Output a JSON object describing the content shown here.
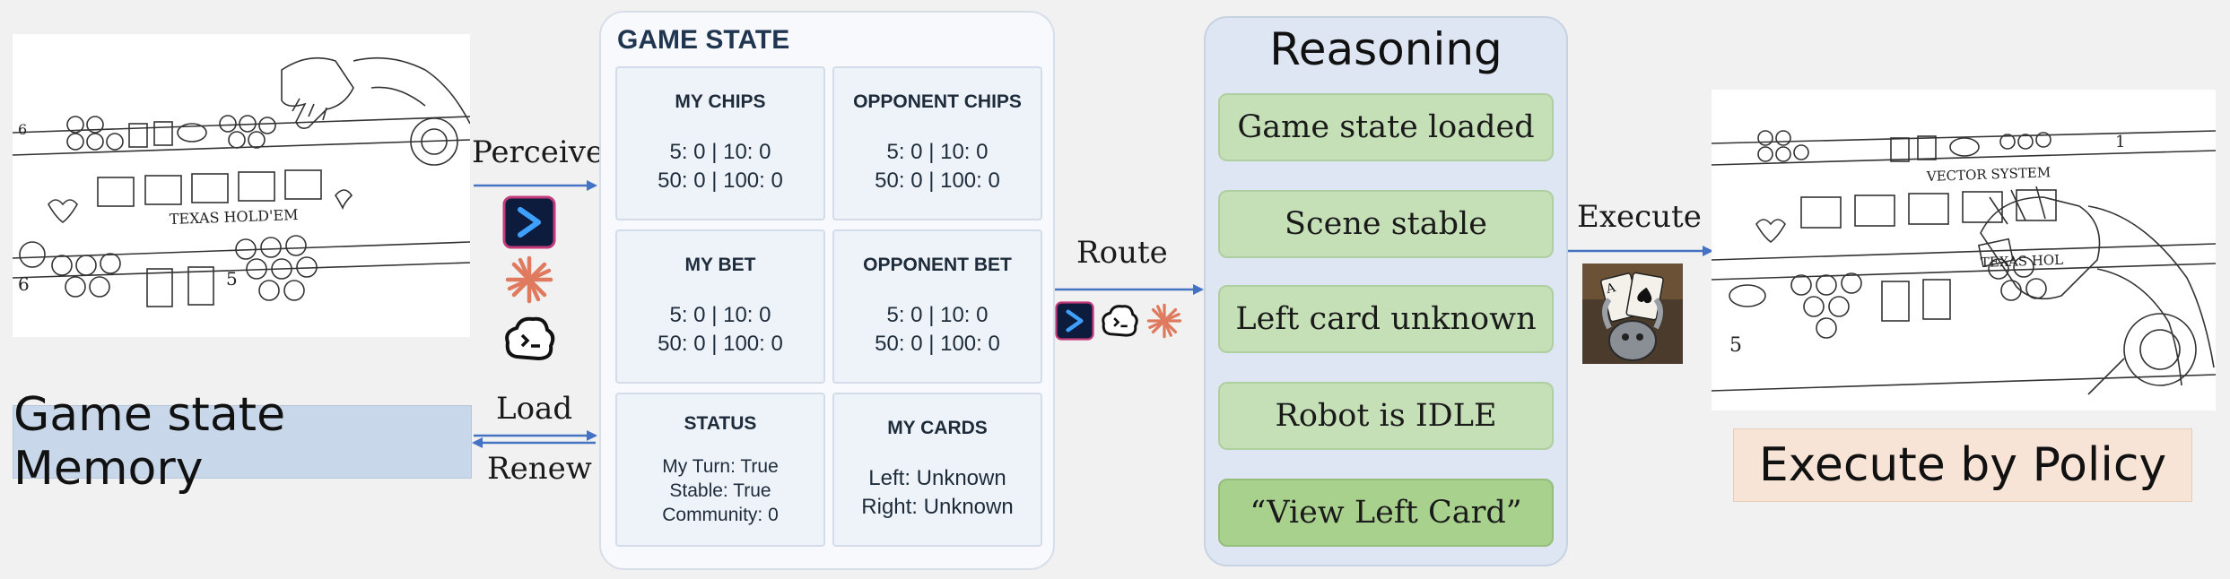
{
  "flow": {
    "perceive": "Perceive",
    "load": "Load",
    "renew": "Renew",
    "route": "Route",
    "execute": "Execute"
  },
  "memory": {
    "label": "Game state Memory"
  },
  "policy": {
    "label": "Execute by Policy"
  },
  "game_state": {
    "title": "GAME STATE",
    "cells": [
      {
        "head": "MY CHIPS",
        "lines": [
          "5: 0 | 10: 0",
          "50: 0 | 100: 0"
        ]
      },
      {
        "head": "OPPONENT CHIPS",
        "lines": [
          "5: 0 | 10: 0",
          "50: 0 | 100: 0"
        ]
      },
      {
        "head": "MY BET",
        "lines": [
          "5: 0 | 10: 0",
          "50: 0 | 100: 0"
        ]
      },
      {
        "head": "OPPONENT BET",
        "lines": [
          "5: 0 | 10: 0",
          "50: 0 | 100: 0"
        ]
      },
      {
        "head": "STATUS",
        "lines": [
          "My Turn: True",
          "Stable: True",
          "Community: 0"
        ]
      },
      {
        "head": "MY CARDS",
        "lines": [
          "Left: Unknown",
          "Right: Unknown"
        ]
      }
    ]
  },
  "reasoning": {
    "title": "Reasoning",
    "steps": [
      "Game state loaded",
      "Scene stable",
      "Left card unknown",
      "Robot is IDLE",
      "“View Left Card”"
    ]
  },
  "sketch_text": {
    "left_table": "TEXAS HOLD'EM",
    "right_table": "TEXAS HOL",
    "right_brand": "VECTOR SYSTEM",
    "num_6a": "6",
    "num_6b": "6",
    "num_5a": "5",
    "num_5b": "5",
    "num_1": "1"
  },
  "colors": {
    "arrow": "#4472c4",
    "memory_fill": "#c9d7ea",
    "policy_fill": "#f7e4d7",
    "step_fill": "#c5e0b6",
    "step_final_fill": "#a9d18e",
    "reasoning_panel": "#dde6f2"
  },
  "icons": [
    "cursor-logo-icon",
    "claude-starburst-icon",
    "cloud-face-icon",
    "robot-poker-icon",
    "robot-hand-icon"
  ]
}
